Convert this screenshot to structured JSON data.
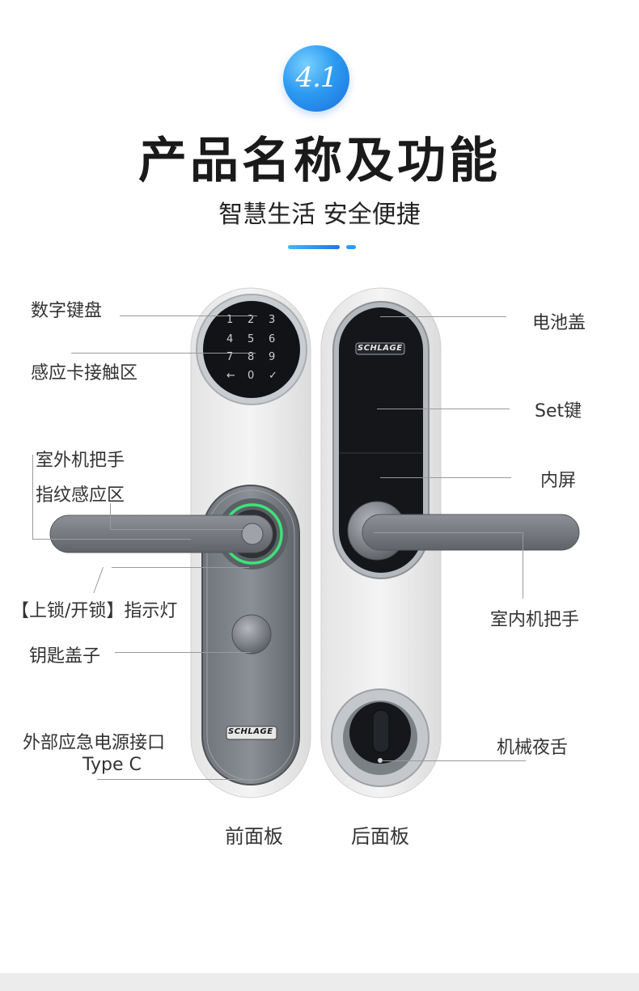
{
  "header": {
    "section_number": "4.1",
    "title": "产品名称及功能",
    "subtitle": "智慧生活 安全便捷"
  },
  "brand": {
    "logo_text": "SCHLAGE",
    "accent_color": "#1a7ae8",
    "ring_color": "#3ee27a"
  },
  "keypad": {
    "keys": [
      "1",
      "2",
      "3",
      "4",
      "5",
      "6",
      "7",
      "8",
      "9",
      "←",
      "0",
      "✓"
    ]
  },
  "labels": {
    "keypad": "数字键盘",
    "card_area": "感应卡接触区",
    "outdoor_handle": "室外机把手",
    "fingerprint": "指纹感应区",
    "lock_indicator": "【上锁/开锁】指示灯",
    "key_cover": "钥匙盖子",
    "emergency_power_line1": "外部应急电源接口",
    "emergency_power_line2": "Type C",
    "battery_cover": "电池盖",
    "set_key": "Set键",
    "inner_screen": "内屏",
    "indoor_handle": "室内机把手",
    "deadbolt": "机械夜舌"
  },
  "panels": {
    "front": "前面板",
    "back": "后面板"
  }
}
